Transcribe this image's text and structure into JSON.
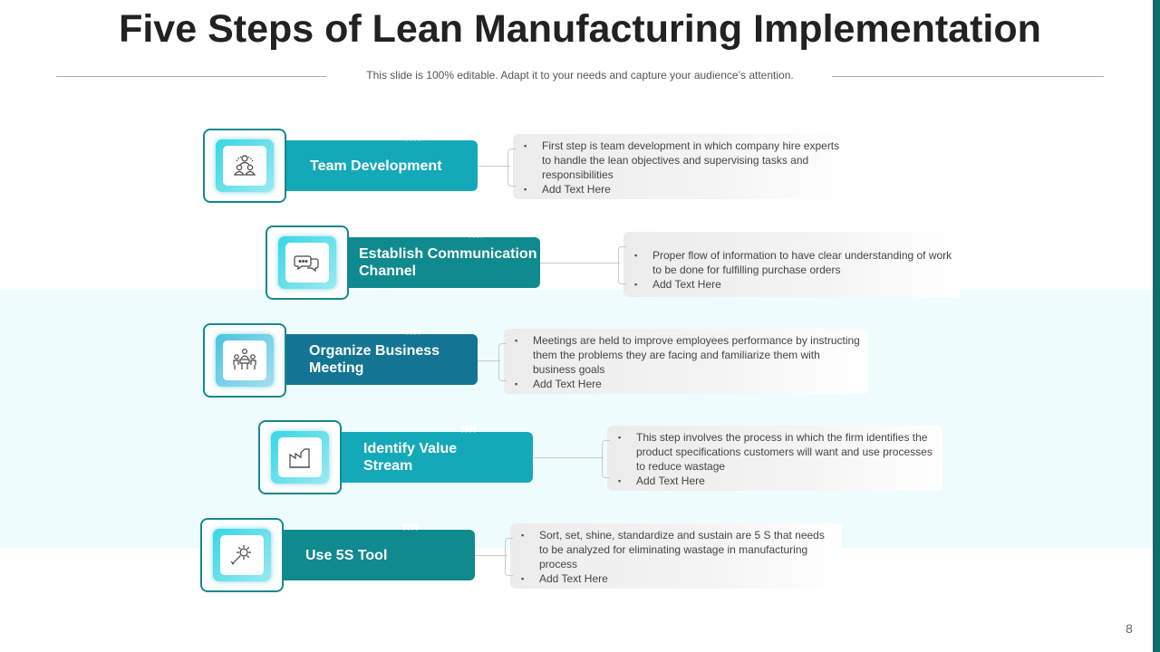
{
  "slide": {
    "title": "Five Steps of Lean Manufacturing Implementation",
    "subtitle": "This slide is 100% editable. Adapt it to your needs and capture your audience’s attention.",
    "page_number": "8"
  },
  "colors": {
    "teal_dark": "#0f8a8f",
    "teal": "#14a9b8",
    "blue": "#137593",
    "accent_glow": "#37d7e5",
    "band": "#effcfd"
  },
  "steps": [
    {
      "label_line1": "Team Development",
      "label_line2": "",
      "icon": "team-people-icon",
      "bullets": [
        "First step is team development  in which company hire experts to handle the lean objectives and supervising tasks and responsibilities",
        "Add Text Here"
      ]
    },
    {
      "label_line1": "Establish Communication",
      "label_line2": "Channel",
      "icon": "chat-bubbles-icon",
      "bullets": [
        "Proper flow  of information  to have  clear understanding  of work to be done for fulfilling purchase orders",
        "Add Text Here"
      ]
    },
    {
      "label_line1": "Organize Business",
      "label_line2": "Meeting",
      "icon": "meeting-table-icon",
      "bullets": [
        "Meetings are held to improve  employees performance  by instructing them the problems  they are facing and familiarize  them with business goals",
        "Add Text Here"
      ]
    },
    {
      "label_line1": "Identify Value",
      "label_line2": "Stream",
      "icon": "factory-icon",
      "bullets": [
        "This step involves  the process in which the firm identifies the product specifications customers will want and use processes to reduce wastage",
        "Add Text Here"
      ]
    },
    {
      "label_line1": "Use 5S Tool",
      "label_line2": "",
      "icon": "gear-wrench-icon",
      "bullets": [
        "Sort, set, shine, standardize and sustain are 5 S that needs to be analyzed for eliminating wastage in manufacturing process",
        "Add Text Here"
      ]
    }
  ]
}
